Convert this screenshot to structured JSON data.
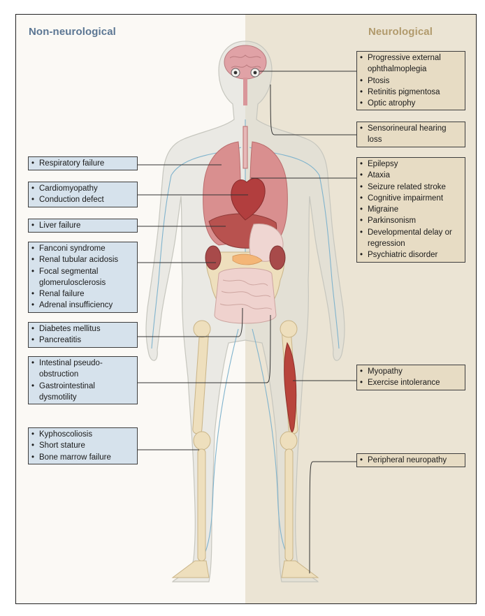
{
  "headings": {
    "left": "Non-neurological",
    "right": "Neurological"
  },
  "left_boxes": [
    {
      "id": "respiratory",
      "items": [
        "Respiratory failure"
      ]
    },
    {
      "id": "cardiac",
      "items": [
        "Cardiomyopathy",
        "Conduction defect"
      ]
    },
    {
      "id": "liver",
      "items": [
        "Liver failure"
      ]
    },
    {
      "id": "renal",
      "items": [
        "Fanconi syndrome",
        "Renal tubular acidosis",
        "Focal segmental glomerulosclerosis",
        "Renal failure",
        "Adrenal insufficiency"
      ]
    },
    {
      "id": "pancreas",
      "items": [
        "Diabetes mellitus",
        "Pancreatitis"
      ]
    },
    {
      "id": "gi",
      "items": [
        "Intestinal pseudo-obstruction",
        "Gastrointestinal dysmotility"
      ]
    },
    {
      "id": "bone",
      "items": [
        "Kyphoscoliosis",
        "Short stature",
        "Bone marrow failure"
      ]
    }
  ],
  "right_boxes": [
    {
      "id": "eye",
      "items": [
        "Progressive external ophthalmoplegia",
        "Ptosis",
        "Retinitis pigmentosa",
        "Optic atrophy"
      ]
    },
    {
      "id": "ear",
      "items": [
        "Sensorineural hearing loss"
      ]
    },
    {
      "id": "brain",
      "items": [
        "Epilepsy",
        "Ataxia",
        "Seizure related stroke",
        "Cognitive impairment",
        "Migraine",
        "Parkinsonism",
        "Developmental delay or regression",
        "Psychiatric disorder"
      ]
    },
    {
      "id": "muscle",
      "items": [
        "Myopathy",
        "Exercise intolerance"
      ]
    },
    {
      "id": "nerve",
      "items": [
        "Peripheral neuropathy"
      ]
    }
  ],
  "colors": {
    "left_heading": "#5b7693",
    "right_heading": "#b19a6c",
    "left_box": "#d6e2ec",
    "right_box": "#e7dcc4",
    "organ_red": "#c8575c",
    "bone": "#eedfbd",
    "nerve": "#7fb3cd"
  },
  "icons": [
    "human-body-illustration",
    "brain-icon",
    "eye-icon",
    "lungs-icon",
    "heart-icon",
    "liver-icon",
    "kidney-icon",
    "intestine-icon",
    "muscle-icon",
    "skeleton-icon"
  ]
}
